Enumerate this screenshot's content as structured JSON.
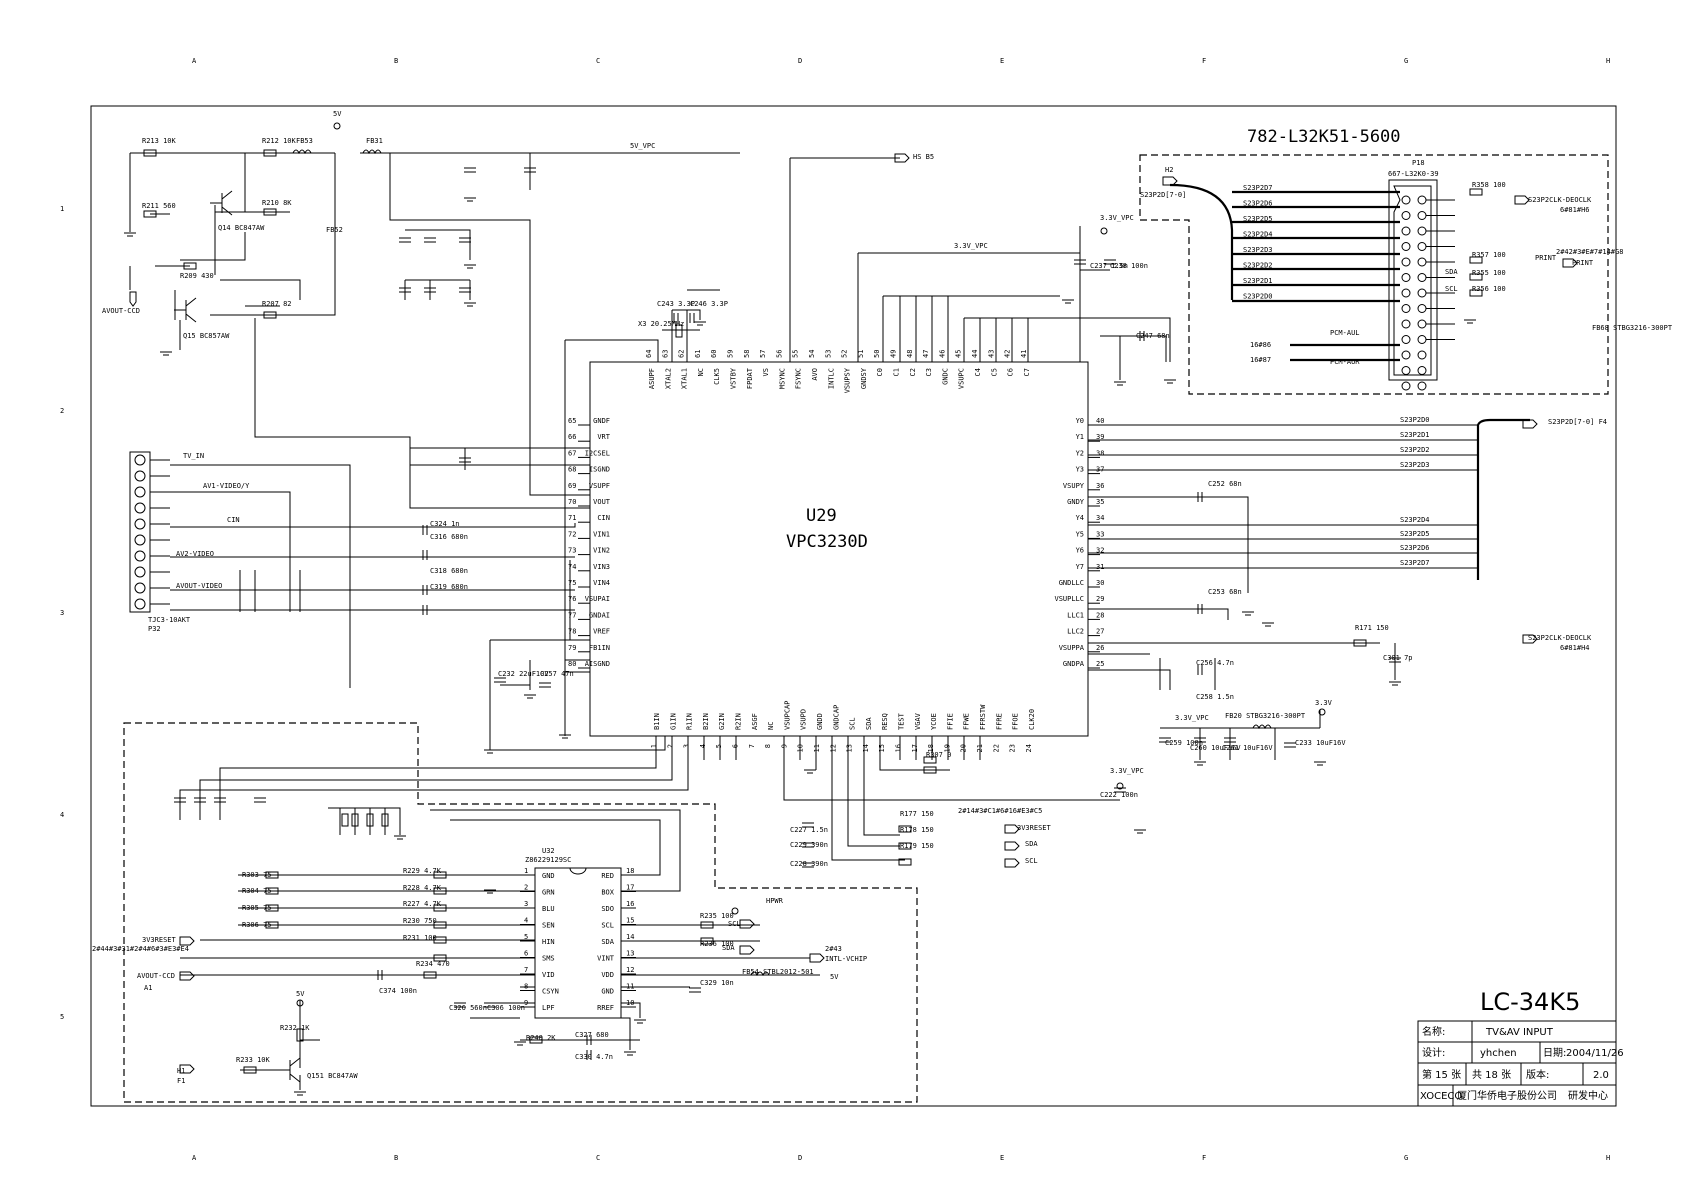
{
  "grid": {
    "columns": [
      "A",
      "B",
      "C",
      "D",
      "E",
      "F",
      "G",
      "H"
    ],
    "rows": [
      "1",
      "2",
      "3",
      "4",
      "5"
    ]
  },
  "board": {
    "part_number": "782-L32K51-5600",
    "model": "LC-34K5"
  },
  "chip_u29": {
    "ref": "U29",
    "part": "VPC3230D",
    "left_pins": [
      {
        "num": "65",
        "name": "GNDF"
      },
      {
        "num": "66",
        "name": "VRT"
      },
      {
        "num": "67",
        "name": "I2CSEL"
      },
      {
        "num": "68",
        "name": "ISGND"
      },
      {
        "num": "69",
        "name": "VSUPF"
      },
      {
        "num": "70",
        "name": "VOUT"
      },
      {
        "num": "71",
        "name": "CIN"
      },
      {
        "num": "72",
        "name": "VIN1"
      },
      {
        "num": "73",
        "name": "VIN2"
      },
      {
        "num": "74",
        "name": "VIN3"
      },
      {
        "num": "75",
        "name": "VIN4"
      },
      {
        "num": "76",
        "name": "VSUPAI"
      },
      {
        "num": "77",
        "name": "GNDAI"
      },
      {
        "num": "78",
        "name": "VREF"
      },
      {
        "num": "79",
        "name": "FB1IN"
      },
      {
        "num": "80",
        "name": "AISGND"
      }
    ],
    "right_pins": [
      {
        "num": "40",
        "name": "Y0"
      },
      {
        "num": "39",
        "name": "Y1"
      },
      {
        "num": "38",
        "name": "Y2"
      },
      {
        "num": "37",
        "name": "Y3"
      },
      {
        "num": "36",
        "name": "VSUPY"
      },
      {
        "num": "35",
        "name": "GNDY"
      },
      {
        "num": "34",
        "name": "Y4"
      },
      {
        "num": "33",
        "name": "Y5"
      },
      {
        "num": "32",
        "name": "Y6"
      },
      {
        "num": "31",
        "name": "Y7"
      },
      {
        "num": "30",
        "name": "GNDLLC"
      },
      {
        "num": "29",
        "name": "VSUPLLC"
      },
      {
        "num": "28",
        "name": "LLC1"
      },
      {
        "num": "27",
        "name": "LLC2"
      },
      {
        "num": "26",
        "name": "VSUPPA"
      },
      {
        "num": "25",
        "name": "GNDPA"
      }
    ],
    "top_pins": [
      {
        "num": "64",
        "name": "ASUPF"
      },
      {
        "num": "63",
        "name": "XTAL2"
      },
      {
        "num": "62",
        "name": "XTAL1"
      },
      {
        "num": "61",
        "name": "NC"
      },
      {
        "num": "60",
        "name": "CLK5"
      },
      {
        "num": "59",
        "name": "VSTBY"
      },
      {
        "num": "58",
        "name": "FPDAT"
      },
      {
        "num": "57",
        "name": "VS"
      },
      {
        "num": "56",
        "name": "MSYNC"
      },
      {
        "num": "55",
        "name": "FSYNC"
      },
      {
        "num": "54",
        "name": "AVO"
      },
      {
        "num": "53",
        "name": "INTLC"
      },
      {
        "num": "52",
        "name": "VSUPSY"
      },
      {
        "num": "51",
        "name": "GNDSY"
      },
      {
        "num": "50",
        "name": "C0"
      },
      {
        "num": "49",
        "name": "C1"
      },
      {
        "num": "48",
        "name": "C2"
      },
      {
        "num": "47",
        "name": "C3"
      },
      {
        "num": "46",
        "name": "GNDC"
      },
      {
        "num": "45",
        "name": "VSUPC"
      },
      {
        "num": "44",
        "name": "C4"
      },
      {
        "num": "43",
        "name": "C5"
      },
      {
        "num": "42",
        "name": "C6"
      },
      {
        "num": "41",
        "name": "C7"
      }
    ],
    "bottom_pins": [
      {
        "num": "1",
        "name": "B1IN"
      },
      {
        "num": "2",
        "name": "G1IN"
      },
      {
        "num": "3",
        "name": "R1IN"
      },
      {
        "num": "4",
        "name": "B2IN"
      },
      {
        "num": "5",
        "name": "G2IN"
      },
      {
        "num": "6",
        "name": "R2IN"
      },
      {
        "num": "7",
        "name": "ASGF"
      },
      {
        "num": "8",
        "name": "NC"
      },
      {
        "num": "9",
        "name": "VSUPCAP"
      },
      {
        "num": "10",
        "name": "VSUPD"
      },
      {
        "num": "11",
        "name": "GNDD"
      },
      {
        "num": "12",
        "name": "GNDCAP"
      },
      {
        "num": "13",
        "name": "SCL"
      },
      {
        "num": "14",
        "name": "SDA"
      },
      {
        "num": "15",
        "name": "RESQ"
      },
      {
        "num": "16",
        "name": "TEST"
      },
      {
        "num": "17",
        "name": "VGAV"
      },
      {
        "num": "18",
        "name": "YCOE"
      },
      {
        "num": "19",
        "name": "FFIE"
      },
      {
        "num": "20",
        "name": "FFWE"
      },
      {
        "num": "21",
        "name": "FFRSTW"
      },
      {
        "num": "22",
        "name": "FFRE"
      },
      {
        "num": "23",
        "name": "FFOE"
      },
      {
        "num": "24",
        "name": "CLK20"
      }
    ]
  },
  "chip_u32": {
    "ref": "U32",
    "part": "Z86229129SC",
    "left_pins": [
      {
        "num": "1",
        "name": "GND"
      },
      {
        "num": "2",
        "name": "GRN"
      },
      {
        "num": "3",
        "name": "BLU"
      },
      {
        "num": "4",
        "name": "SEN"
      },
      {
        "num": "5",
        "name": "HIN"
      },
      {
        "num": "6",
        "name": "SMS"
      },
      {
        "num": "7",
        "name": "VID"
      },
      {
        "num": "8",
        "name": "CSYN"
      },
      {
        "num": "9",
        "name": "LPF"
      }
    ],
    "right_pins": [
      {
        "num": "18",
        "name": "RED"
      },
      {
        "num": "17",
        "name": "BOX"
      },
      {
        "num": "16",
        "name": "SDO"
      },
      {
        "num": "15",
        "name": "SCL"
      },
      {
        "num": "14",
        "name": "SDA"
      },
      {
        "num": "13",
        "name": "VINT"
      },
      {
        "num": "12",
        "name": "VDD"
      },
      {
        "num": "11",
        "name": "GND"
      },
      {
        "num": "10",
        "name": "RREF"
      }
    ]
  },
  "connector_p18": {
    "ref": "P18",
    "part": "667-L32K0-39",
    "left_labels": [
      "S23P2D7",
      "S23P2D6",
      "S23P2D5",
      "S23P2D4",
      "S23P2D3",
      "S23P2D2",
      "S23P2D1",
      "S23P2D0"
    ],
    "pcm_labels": [
      "PCM-AUL",
      "PCM-AUR"
    ]
  },
  "connector_p32": {
    "ref": "P32",
    "part": "TJC3-10AKT",
    "signals": [
      "TV_IN",
      "AV1-VIDEO/Y",
      "CIN",
      "AV2-VIDEO",
      "AVOUT-VIDEO"
    ]
  },
  "nets": {
    "v5": "5V",
    "v5_vpc": "5V_VPC",
    "v33": "3.3V",
    "v33_vpc": "3.3V_VPC",
    "hs": "HS",
    "bus_d": "S23P2D[7-0]",
    "clk": "S23P2CLK-DEOCLK",
    "y_bus": [
      "S23P2D0",
      "S23P2D1",
      "S23P2D2",
      "S23P2D3",
      "S23P2D4",
      "S23P2D5",
      "S23P2D6",
      "S23P2D7"
    ],
    "avout": "AVOUT-CCD",
    "intl": "INTL-VCHIP",
    "reset": "3V3RESET",
    "sda": "SDA",
    "scl": "SCL",
    "cin": "CIN",
    "tv_in": "TV_IN"
  },
  "components": {
    "crystal": "X3 20.25MHz",
    "caps": [
      "C243 3.3P",
      "C246 3.3P",
      "C237 1.5n",
      "C238 100n",
      "C247 68n",
      "C252 68n",
      "C253 68n",
      "C256 4.7n",
      "C258 1.5n",
      "C301 7p",
      "C324 1n",
      "C316 680n",
      "C318 680n",
      "C319 680n",
      "C232 22uF10V",
      "C257 47n",
      "C259 100n",
      "C260 10uF16V",
      "C261 10uF16V",
      "C233 10uF16V",
      "C222 100n",
      "C227 1.5n",
      "C229 390n",
      "C228 390n",
      "C326 560n",
      "C306 100n",
      "C329 10n",
      "C327 680",
      "C330 4.7n",
      "C374 100n"
    ],
    "resistors": [
      "R213 10K",
      "R212 10K",
      "R211 560",
      "R210 8K",
      "R209 430",
      "R207 82",
      "R358 100",
      "R357 100",
      "R355 100",
      "R356 100",
      "R171 150",
      "R177 150",
      "R178 150",
      "R179 150",
      "R307 0",
      "R303 75",
      "R304 75",
      "R305 75",
      "R306 75",
      "R229 4.7K",
      "R228 4.7K",
      "R227 4.7K",
      "R230 750",
      "R231 100",
      "R234 470",
      "R235 100",
      "R236 100",
      "R240 2K",
      "R233 10K",
      "R232 1K"
    ],
    "inductors": [
      "FB53",
      "FB31",
      "FB52",
      "FB20 STBG3216-300PT",
      "FB54 STBL2012-501",
      "FB68 STBG3216-300PT"
    ],
    "transistors": [
      "Q14 BC847AW",
      "Q15 BC857AW",
      "Q151 BC847AW"
    ]
  },
  "offsheet": {
    "hs_dest": "HS B5",
    "h2": "H2",
    "d_bus_dest": "S23P2D[7-0] F4",
    "clk_dest": "6#81#H4",
    "clk_dest2": "6#81#H6",
    "print": "2#42#3#E#7#14#G8",
    "print_label": "PRINT",
    "resets": "2#14#3#C1#6#16#E3#C5",
    "reset_u32": "2#44#3#31#2#4#6#3#E3#E4",
    "intl_dest": "2#43",
    "hpwr": "HPWR",
    "h1": "H1",
    "f1": "F1",
    "a1": "A1",
    "pcm_aul_src": "16#86",
    "pcm_aur_src": "16#87"
  },
  "title_block": {
    "name_label": "名称:",
    "name_value": "TV&AV INPUT",
    "design_label": "设计:",
    "design_value": "yhchen",
    "date_label": "日期:",
    "date_value": "2004/11/26",
    "sheet_label": "第 15 张",
    "total_label": "共 18 张",
    "version_label": "版本:",
    "version_value": "2.0",
    "company_code": "XOCECO",
    "company_name": "厦门华侨电子股份公司",
    "dept": "研发中心"
  }
}
